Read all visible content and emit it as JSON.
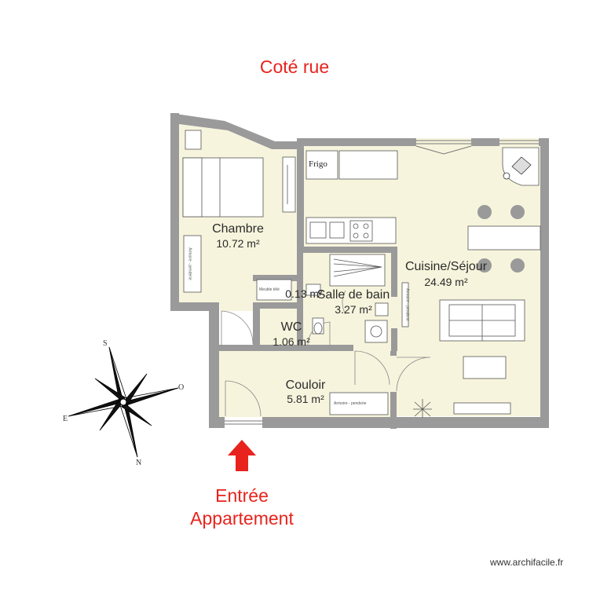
{
  "top_label": "Coté rue",
  "entrance_label_line1": "Entrée",
  "entrance_label_line2": "Appartement",
  "rooms": {
    "chambre": {
      "name": "Chambre",
      "area": "10.72 m²"
    },
    "cuisine": {
      "name": "Cuisine/Séjour",
      "area": "24.49 m²"
    },
    "sdb": {
      "name": "Salle de bain",
      "area": "3.27 m²"
    },
    "placard": {
      "area": "0.13 m²"
    },
    "wc": {
      "name": "WC",
      "area": "1.06 m²"
    },
    "couloir": {
      "name": "Couloir",
      "area": "5.81 m²"
    }
  },
  "furniture": {
    "frigo": "Frigo",
    "armoire_couloir": "Armoire - penderie",
    "armoire_chambre": "Armoire - penderie",
    "meuble_tele": "Meuble télé",
    "armoire_sdb": "Armoire - penderie"
  },
  "compass": {
    "s": "S",
    "o": "O",
    "n": "N",
    "e": "E"
  },
  "credit": "www.archifacile.fr",
  "colors": {
    "wall": "#9a9a9a",
    "floor": "#f7f4dd",
    "accent": "#e8231d"
  }
}
